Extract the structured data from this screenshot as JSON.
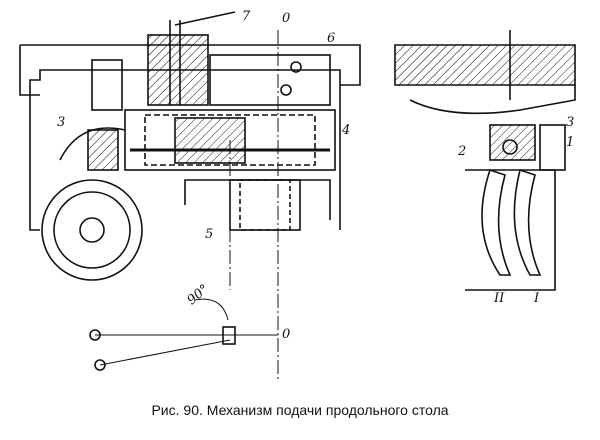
{
  "caption": "Рис. 90. Механизм подачи продольного стола",
  "labels": {
    "l7": "7",
    "l0_top": "0",
    "l6": "6",
    "l3_left": "3",
    "l4": "4",
    "l5": "5",
    "angle": "90°",
    "l0_bottom": "0",
    "l2": "2",
    "l3_right": "3",
    "l1": "1",
    "lII": "II",
    "lI": "I"
  }
}
